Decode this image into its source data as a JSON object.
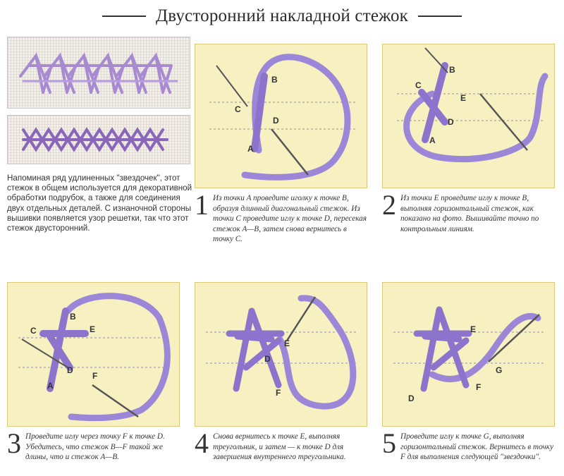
{
  "title": "Двусторонний накладной стежок",
  "intro": "Напоминая ряд удлиненных \"звездочек\", этот стежок в общем используется для декоративной обработки подрубок, а также для соединения двух отдельных деталей. С изнаночной стороны вышивки появляется узор решетки, так что этот стежок двусторонний.",
  "colors": {
    "panel_bg": "#f7f0c0",
    "thread": "#9b86d8",
    "thread_dark": "#5a4a9a",
    "fabric": "#f2eeea",
    "dash": "#8f8fb4"
  },
  "steps": [
    {
      "number": "1",
      "text": "Из точки A проведите иголку к точке B, образуя длинный диагональный стежок. Из точки C проведите иглу к точке D, пересекая стежок A—B, затем снова вернитесь в точку C.",
      "labels": [
        "A",
        "B",
        "C",
        "D"
      ]
    },
    {
      "number": "2",
      "text": "Из точки E проведите иглу к точке B, выполняя горизонтальный стежок, как показано на фото. Вышивайте точно по контрольным линиям.",
      "labels": [
        "A",
        "B",
        "C",
        "D",
        "E"
      ]
    },
    {
      "number": "3",
      "text": "Проведите иглу через точку F к точке D. Убедитесь, что стежок B—F такой же длины, что и стежок A—B.",
      "labels": [
        "A",
        "B",
        "C",
        "D",
        "E",
        "F"
      ]
    },
    {
      "number": "4",
      "text": "Снова вернитесь к точке E, выполняя треугольник, и затем — к точке D для завершения внутреннего треугольника.",
      "labels": [
        "D",
        "E",
        "F"
      ]
    },
    {
      "number": "5",
      "text": "Проведите иглу к точке G, выполняя горизонтальный стежок. Вернитесь в точку F для выполнения следующей \"звездочки\".",
      "labels": [
        "D",
        "E",
        "F",
        "G"
      ]
    }
  ]
}
